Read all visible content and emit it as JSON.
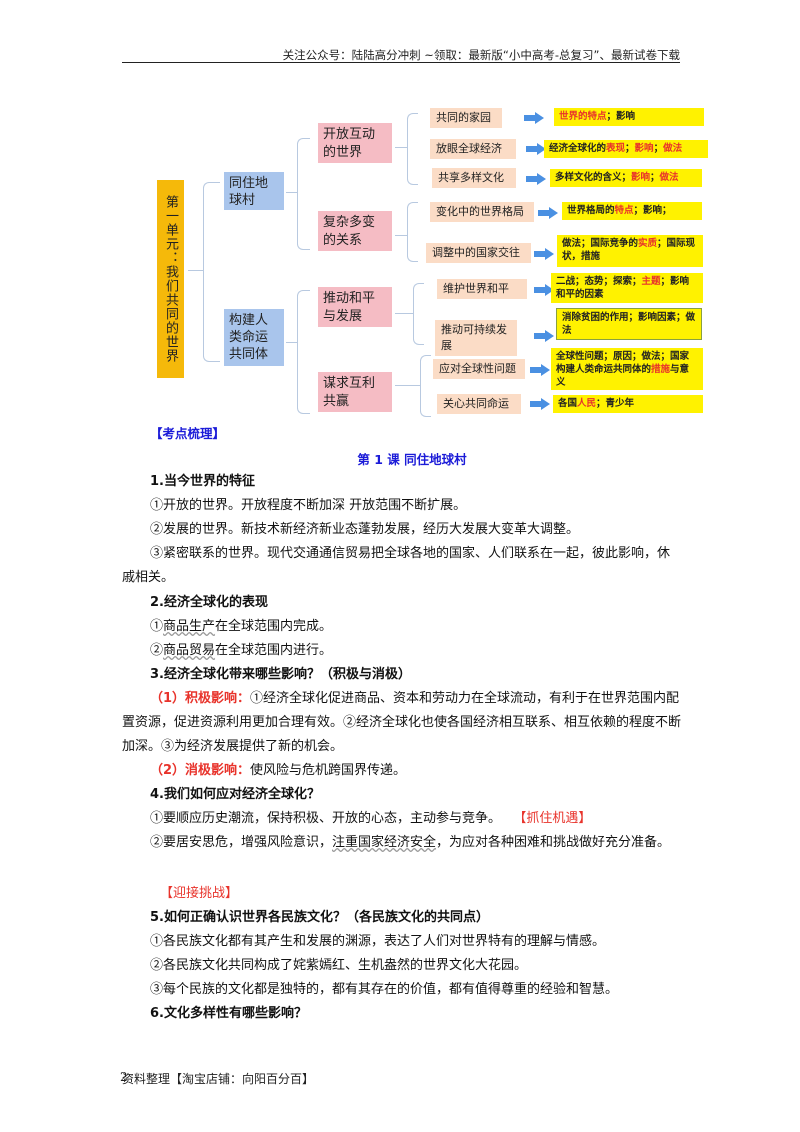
{
  "header": {
    "text": "关注公众号：陆陆高分冲刺  ~领取：最新版“小中高考-总复习”、最新试卷下载"
  },
  "mindmap": {
    "root": "第一单元：我们共同的世界",
    "branches": [
      {
        "label": "同住地球村",
        "children": [
          {
            "label": "开放互动的世界",
            "lessons": [
              {
                "label": "共同的家园",
                "points": [
                  {
                    "text": "世界的特点",
                    "hl": true
                  },
                  {
                    "text": "；影响",
                    "hl": false
                  }
                ]
              },
              {
                "label": "放眼全球经济",
                "points": [
                  {
                    "text": "经济全球化的",
                    "hl": false
                  },
                  {
                    "text": "表现",
                    "hl": true
                  },
                  {
                    "text": "；",
                    "hl": false
                  },
                  {
                    "text": "影响",
                    "hl": true
                  },
                  {
                    "text": "；",
                    "hl": false
                  },
                  {
                    "text": "做法",
                    "hl": true
                  }
                ]
              },
              {
                "label": "共享多样文化",
                "points": [
                  {
                    "text": "多样文化的含义；",
                    "hl": false
                  },
                  {
                    "text": "影响",
                    "hl": true
                  },
                  {
                    "text": "；",
                    "hl": false
                  },
                  {
                    "text": "做法",
                    "hl": true
                  }
                ]
              }
            ]
          },
          {
            "label": "复杂多变的关系",
            "lessons": [
              {
                "label": "变化中的世界格局",
                "points": [
                  {
                    "text": "世界格局的",
                    "hl": false
                  },
                  {
                    "text": "特点",
                    "hl": true
                  },
                  {
                    "text": "；影响；",
                    "hl": false
                  }
                ]
              },
              {
                "label": "调整中的国家交往",
                "points": [
                  {
                    "text": "做法；国际竞争的",
                    "hl": false
                  },
                  {
                    "text": "实质",
                    "hl": true
                  },
                  {
                    "text": "；国际现状，措施",
                    "hl": false
                  }
                ]
              }
            ]
          }
        ]
      },
      {
        "label": "构建人类命运共同体",
        "children": [
          {
            "label": "推动和平与发展",
            "lessons": [
              {
                "label": "维护世界和平",
                "points": [
                  {
                    "text": "二战；态势；探索；",
                    "hl": false
                  },
                  {
                    "text": "主题",
                    "hl": true
                  },
                  {
                    "text": "；影响和平的因素",
                    "hl": false
                  }
                ]
              },
              {
                "label": "推动可持续发展",
                "points": [
                  {
                    "text": "消除贫困的作用；影响因素；做法",
                    "hl": false
                  }
                ]
              }
            ]
          },
          {
            "label": "谋求互利共赢",
            "lessons": [
              {
                "label": "应对全球性问题",
                "points": [
                  {
                    "text": "全球性问题；原因；做法；国家构建人类命运共同体的",
                    "hl": false
                  },
                  {
                    "text": "措施",
                    "hl": true
                  },
                  {
                    "text": "与意义",
                    "hl": false
                  }
                ]
              },
              {
                "label": "关心共同命运",
                "points": [
                  {
                    "text": "各国",
                    "hl": false
                  },
                  {
                    "text": "人民",
                    "hl": true
                  },
                  {
                    "text": "；青少年",
                    "hl": false
                  }
                ]
              }
            ]
          }
        ]
      }
    ]
  },
  "content": {
    "section_tag": "【考点梳理】",
    "lesson_title": "第 1 课    同住地球村",
    "q1": {
      "title": "1.当今世界的特征",
      "items": [
        "①开放的世界。开放程度不断加深 开放范围不断扩展。",
        "②发展的世界。新技术新经济新业态蓬勃发展，经历大发展大变革大调整。",
        "③紧密联系的世界。现代交通通信贸易把全球各地的国家、人们联系在一起，彼此影响，休戚相关。"
      ]
    },
    "q2": {
      "title": "2.经济全球化的表现",
      "item1_prefix": "①",
      "item1_ul": "商品生产",
      "item1_rest": "在全球范围内完成。",
      "item2_prefix": "②",
      "item2_ul": "商品贸易",
      "item2_rest": "在全球范围内进行。"
    },
    "q3": {
      "title": "3.经济全球化带来哪些影响？（积极与消极）",
      "pos_label": "（1）积极影响：",
      "pos_text": "①经济全球化促进商品、资本和劳动力在全球流动，有利于在世界范围内配置资源，促进资源利用更加合理有效。②经济全球化也使各国经济相互联系、相互依赖的程度不断加深。③为经济发展提供了新的机会。",
      "neg_label": "（2）消极影响：",
      "neg_text": "使风险与危机跨国界传递。"
    },
    "q4": {
      "title": "4.我们如何应对经济全球化？",
      "item1": "①要顺应历史潮流，保持积极、开放的心态，主动参与竞争。",
      "item1_tag": "【抓住机遇】",
      "item2_pre": "②要居安思危，增强风险意识，",
      "item2_ul": "注重国家经济安全",
      "item2_post": "，为应对各种困难和挑战做好充分准备。",
      "item2_tag": "【迎接挑战】"
    },
    "q5": {
      "title": "5.如何正确认识世界各民族文化？（各民族文化的共同点）",
      "items": [
        "①各民族文化都有其产生和发展的渊源，表达了人们对世界特有的理解与情感。",
        "②各民族文化共同构成了姹紫嫣红、生机盎然的世界文化大花园。",
        "③每个民族的文化都是独特的，都有其存在的价值，都有值得尊重的经验和智慧。"
      ]
    },
    "q6": {
      "title": "6.文化多样性有哪些影响？"
    }
  },
  "footer": {
    "page_number": "2",
    "text": "资料整理【淘宝店铺：向阳百分百】"
  },
  "colors": {
    "root": "#f5b90a",
    "level1": "#a9c5ec",
    "level2": "#f5bcc4",
    "level3": "#fbdcc6",
    "level4": "#fff200",
    "highlight_red": "#e8332b",
    "heading_blue": "#1b1bd8",
    "arrow_blue": "#4a90e2"
  }
}
